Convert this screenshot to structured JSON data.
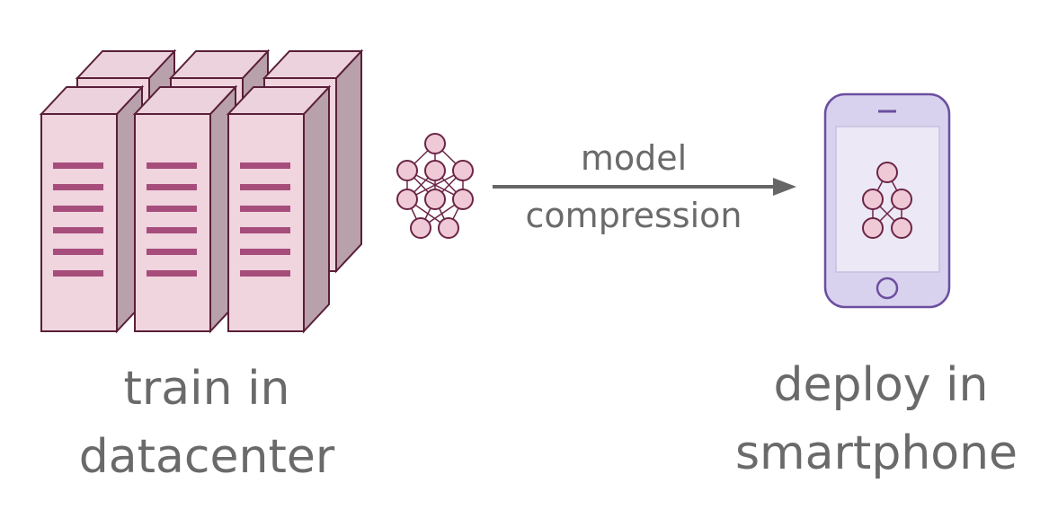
{
  "labels": {
    "arrow_line1": "model",
    "arrow_line2": "compression",
    "left_line1": "train in",
    "left_line2": "datacenter",
    "right_line1": "deploy in",
    "right_line2": "smartphone"
  },
  "icons": {
    "servers": "server-rack-icon",
    "network": "neural-network-icon",
    "phone": "smartphone-icon"
  },
  "colors": {
    "server_front": "#f0d4de",
    "server_side": "#b9a1ab",
    "server_top": "#ecd2dc",
    "server_outline": "#5a1f38",
    "server_slot": "#a64d7c",
    "node_fill": "#efc9d6",
    "node_stroke": "#6b2545",
    "phone_body": "#d9d2ee",
    "phone_screen": "#ece8f6",
    "phone_outline": "#6a4fa0",
    "arrow": "#666666",
    "text": "#6a6a6a"
  }
}
